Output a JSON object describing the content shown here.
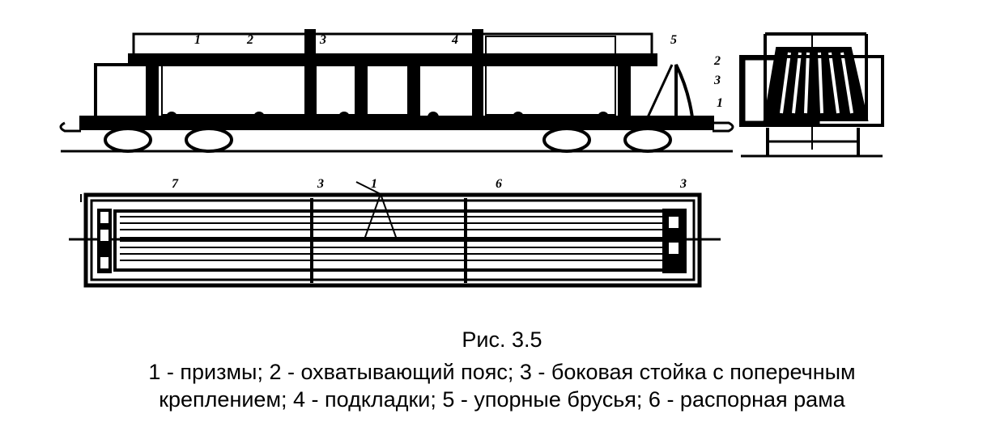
{
  "figure": {
    "title": "Рис. 3.5",
    "legend_line1": "1 - призмы; 2 - охватывающий пояс; 3 - боковая стойка с поперечным",
    "legend_line2": "креплением; 4 - подкладки; 5 - упорные брусья; 6 - распорная рама"
  },
  "side_view": {
    "labels": [
      "1",
      "2",
      "3",
      "4",
      "5"
    ]
  },
  "end_view": {
    "labels": [
      "2",
      "3",
      "1"
    ]
  },
  "plan_view": {
    "labels": [
      "7",
      "3",
      "1",
      "6",
      "3"
    ]
  }
}
